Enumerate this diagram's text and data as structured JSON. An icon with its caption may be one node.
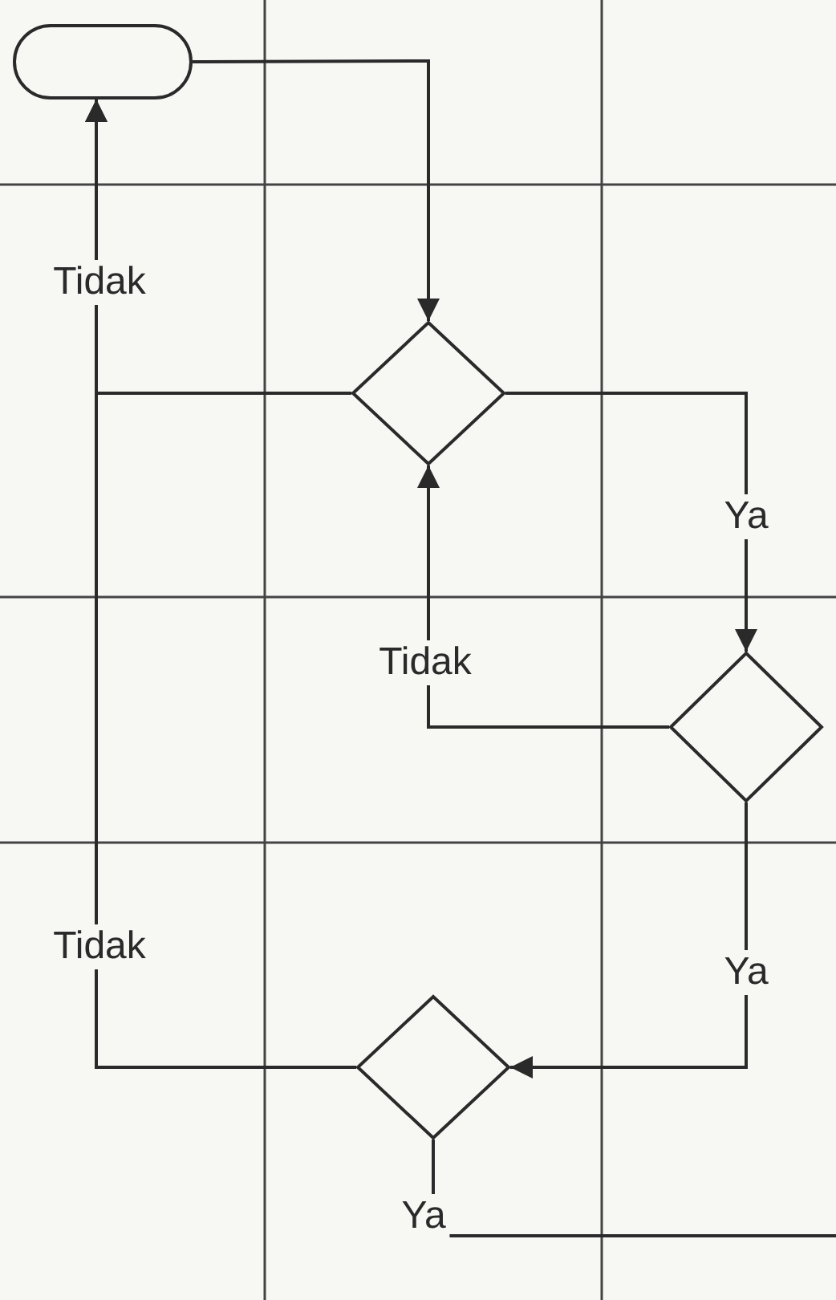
{
  "diagram": {
    "nodes": [
      {
        "text": [],
        "shape": "pill"
      },
      {
        "text": [],
        "shape": "diamond"
      },
      {
        "text": [],
        "shape": "diamond"
      },
      {
        "text": [],
        "shape": "diamond"
      }
    ],
    "edges": [
      {
        "from": 0,
        "to": 1,
        "arrow": "to"
      },
      {
        "from": 1,
        "to": 0,
        "arrow": "to",
        "label": "Tidak"
      },
      {
        "from": 1,
        "to": 2,
        "arrow": "to",
        "label": "Ya"
      },
      {
        "from": 2,
        "to": 1,
        "arrow": "to",
        "label": "Tidak"
      },
      {
        "from": 2,
        "to": 3,
        "arrow": "to",
        "label": "Ya"
      },
      {
        "from": 3,
        "to": 0,
        "arrow": "to",
        "label": "Tidak"
      },
      {
        "from": 3,
        "to": null,
        "arrow": "none",
        "label": "Ya"
      }
    ]
  }
}
